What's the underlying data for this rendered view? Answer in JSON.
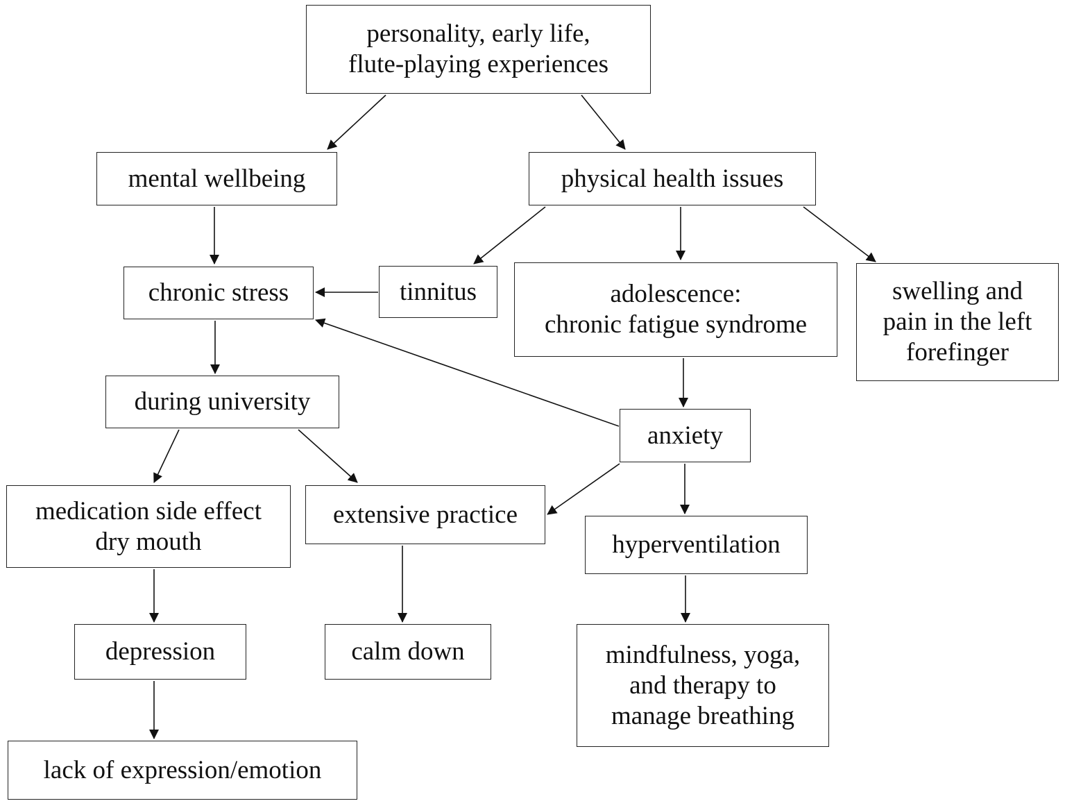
{
  "nodes": {
    "personality": "personality, early life,\nflute-playing experiences",
    "mental": "mental wellbeing",
    "physical": "physical health issues",
    "chronic_stress": "chronic stress",
    "tinnitus": "tinnitus",
    "adolescence": "adolescence:\nchronic fatigue syndrome",
    "swelling": "swelling and\npain in the left\nforefinger",
    "university": "during university",
    "anxiety": "anxiety",
    "medication": "medication side effect\ndry mouth",
    "practice": "extensive practice",
    "hyperventilation": "hyperventilation",
    "depression": "depression",
    "calm": "calm down",
    "mindfulness": "mindfulness, yoga,\nand therapy to\nmanage breathing",
    "lack": "lack of expression/emotion"
  },
  "edges": [
    {
      "from": "personality",
      "to": "mental"
    },
    {
      "from": "personality",
      "to": "physical"
    },
    {
      "from": "mental",
      "to": "chronic_stress"
    },
    {
      "from": "physical",
      "to": "tinnitus"
    },
    {
      "from": "physical",
      "to": "adolescence"
    },
    {
      "from": "physical",
      "to": "swelling"
    },
    {
      "from": "tinnitus",
      "to": "chronic_stress"
    },
    {
      "from": "chronic_stress",
      "to": "university"
    },
    {
      "from": "adolescence",
      "to": "anxiety"
    },
    {
      "from": "anxiety",
      "to": "chronic_stress"
    },
    {
      "from": "university",
      "to": "medication"
    },
    {
      "from": "university",
      "to": "practice"
    },
    {
      "from": "anxiety",
      "to": "practice"
    },
    {
      "from": "anxiety",
      "to": "hyperventilation"
    },
    {
      "from": "medication",
      "to": "depression"
    },
    {
      "from": "practice",
      "to": "calm"
    },
    {
      "from": "hyperventilation",
      "to": "mindfulness"
    },
    {
      "from": "depression",
      "to": "lack"
    }
  ]
}
